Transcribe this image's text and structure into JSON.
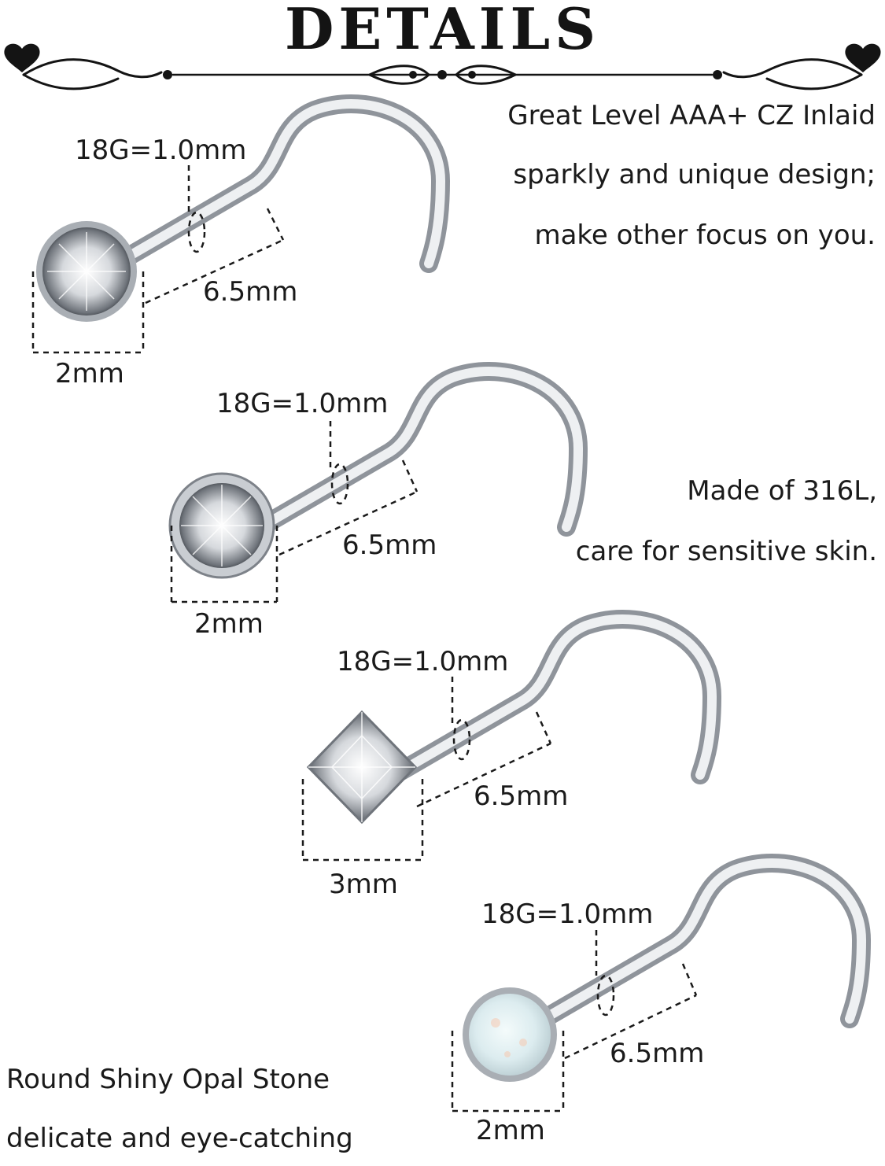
{
  "header": {
    "title": "DETAILS"
  },
  "descriptions": {
    "cz": [
      "Great Level AAA+ CZ Inlaid",
      "sparkly and unique design;",
      "make other focus on you."
    ],
    "material": [
      "Made of 316L,",
      "care for sensitive skin."
    ],
    "opal": [
      "Round Shiny Opal Stone",
      "delicate and eye-catching"
    ]
  },
  "studs": [
    {
      "gauge": "18G=1.0mm",
      "length": "6.5mm",
      "size": "2mm",
      "stone": "round-prong-cz-icon"
    },
    {
      "gauge": "18G=1.0mm",
      "length": "6.5mm",
      "size": "2mm",
      "stone": "round-bezel-cz-icon"
    },
    {
      "gauge": "18G=1.0mm",
      "length": "6.5mm",
      "size": "3mm",
      "stone": "square-cz-icon"
    },
    {
      "gauge": "18G=1.0mm",
      "length": "6.5mm",
      "size": "2mm",
      "stone": "opal-icon"
    }
  ],
  "colors": {
    "text": "#1a1a1a",
    "metal_light": "#f2f3f5",
    "metal_dark": "#9a9ea5",
    "opal": "#d9eef2"
  }
}
